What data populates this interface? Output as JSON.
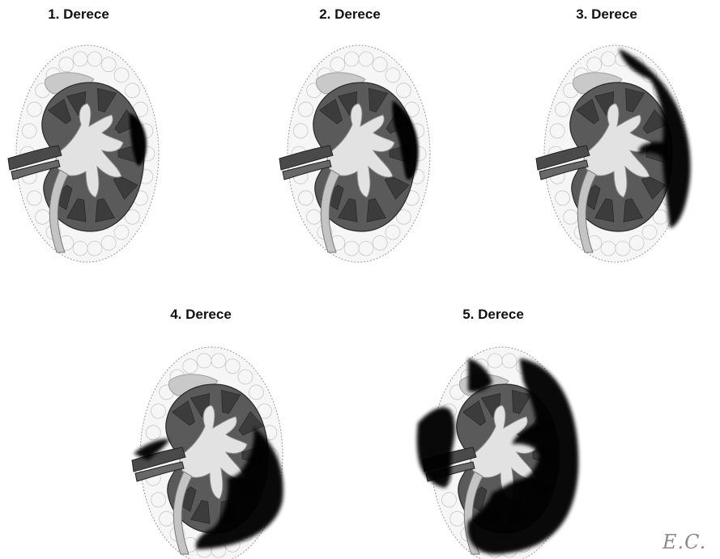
{
  "panels": [
    {
      "title": "1. Derece",
      "grade": 1
    },
    {
      "title": "2. Derece",
      "grade": 2
    },
    {
      "title": "3. Derece",
      "grade": 3
    },
    {
      "title": "4. Derece",
      "grade": 4
    },
    {
      "title": "5. Derece",
      "grade": 5
    }
  ],
  "signature": "E.C.",
  "colors": {
    "hematoma": "#000000",
    "cortex": "#5a5a5a",
    "medulla": "#3c3c3c",
    "collecting_system": "#e2e2e2",
    "vessel": "#4a4a4a",
    "perirenal_fat": "#f6f6f6",
    "adrenal": "#c9c9c9"
  }
}
